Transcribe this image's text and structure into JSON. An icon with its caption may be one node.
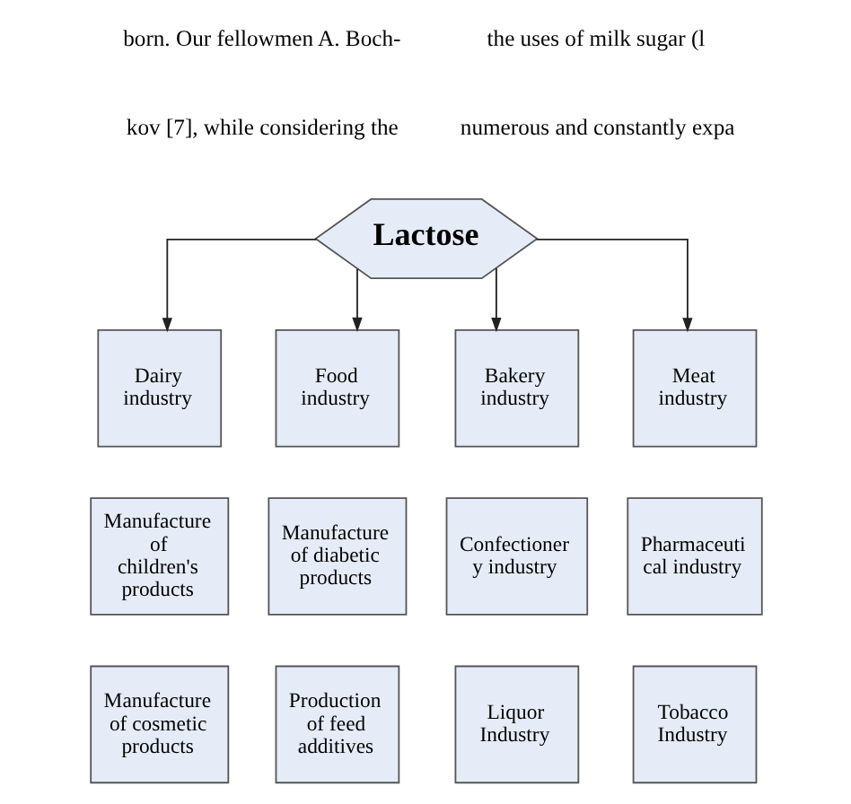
{
  "diagram": {
    "nodes": [
      {
        "text": [
          "Lactose"
        ]
      },
      {
        "text": [
          "Dairy industry"
        ]
      },
      {
        "text": [
          "Food industry"
        ]
      },
      {
        "text": [
          "Bakery industry"
        ]
      },
      {
        "text": [
          "Meat industry"
        ]
      },
      {
        "text": [
          "Manufacture of children's products"
        ]
      },
      {
        "text": [
          "Manufacture of diabetic products"
        ]
      },
      {
        "text": [
          "Confectioner y industry"
        ]
      },
      {
        "text": [
          "Pharmaceuti cal industry"
        ]
      },
      {
        "text": [
          "Manufacture of cosmetic products"
        ]
      },
      {
        "text": [
          "Production of feed additives"
        ]
      },
      {
        "text": [
          "Liquor Industry"
        ]
      },
      {
        "text": [
          "Tobacco Industry"
        ]
      }
    ],
    "edges": [
      {
        "from": 0,
        "to": 1,
        "arrow": "to"
      },
      {
        "from": 0,
        "to": 2,
        "arrow": "to"
      },
      {
        "from": 0,
        "to": 3,
        "arrow": "to"
      },
      {
        "from": 0,
        "to": 4,
        "arrow": "to"
      }
    ],
    "labels": [
      "born. Our fellowmen A. Boch-",
      "kov [7], while considering the",
      "the uses of milk sugar (l",
      "numerous and constantly expa"
    ]
  }
}
